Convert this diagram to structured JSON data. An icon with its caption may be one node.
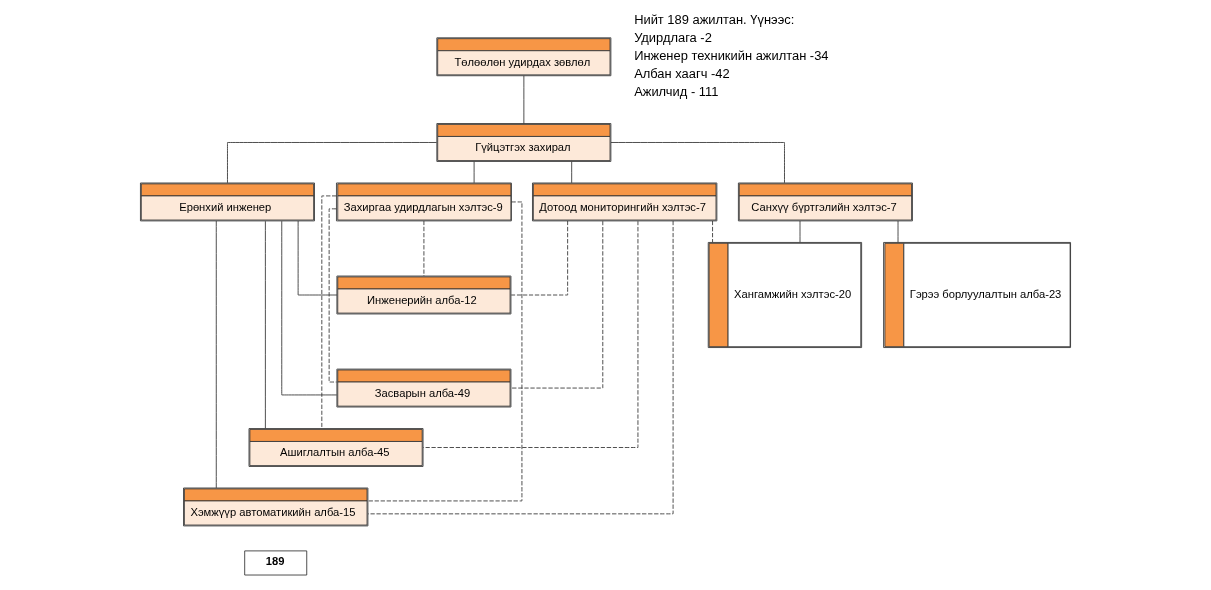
{
  "diagram": {
    "nodes": [
      {
        "text": [
          "Төлөөлөн удирдах зөвлөл"
        ]
      },
      {
        "text": [
          "Гүйцэтгэх захирал"
        ]
      },
      {
        "text": [
          "Ерөнхий инженер"
        ]
      },
      {
        "text": [
          "Захиргаа удирдлагын хэлтэс-9"
        ]
      },
      {
        "text": [
          "Дотоод мониторингийн хэлтэс-7"
        ]
      },
      {
        "text": [
          "Санхүү бүртгэлийн хэлтэс-7"
        ]
      },
      {
        "text": [
          "Инженерийн алба-12"
        ]
      },
      {
        "text": [
          "Засварын алба-49"
        ]
      },
      {
        "text": [
          "Ашиглалтын алба-45"
        ]
      },
      {
        "text": [
          "Хэмжүүр автоматикийн алба-15"
        ]
      },
      {
        "text": [
          "Гэрээ борлуулалтын алба-23"
        ]
      },
      {
        "text": [
          "Хангамжийн хэлтэс-20"
        ]
      },
      {
        "text": [
          "189"
        ]
      }
    ],
    "edges": [
      {
        "from": 0,
        "to": 1,
        "arrow": "none"
      },
      {
        "from": 1,
        "to": 2,
        "arrow": "none"
      },
      {
        "from": 1,
        "to": 3,
        "arrow": "none"
      },
      {
        "from": 1,
        "to": 4,
        "arrow": "none"
      },
      {
        "from": 1,
        "to": 5,
        "arrow": "none"
      },
      {
        "from": 2,
        "to": 6,
        "arrow": "none"
      },
      {
        "from": 2,
        "to": 7,
        "arrow": "none"
      },
      {
        "from": 2,
        "to": 8,
        "arrow": "none"
      },
      {
        "from": 2,
        "to": 9,
        "arrow": "none"
      },
      {
        "from": 5,
        "to": 10,
        "arrow": "none"
      },
      {
        "from": 5,
        "to": 11,
        "arrow": "none"
      },
      {
        "from": 3,
        "to": 6,
        "arrow": "none",
        "style": "dashed"
      },
      {
        "from": 3,
        "to": 7,
        "arrow": "none",
        "style": "dashed"
      },
      {
        "from": 3,
        "to": 8,
        "arrow": "none",
        "style": "dashed"
      },
      {
        "from": 3,
        "to": 9,
        "arrow": "none",
        "style": "dashed"
      },
      {
        "from": 4,
        "to": 6,
        "arrow": "none",
        "style": "dashed"
      },
      {
        "from": 4,
        "to": 7,
        "arrow": "none",
        "style": "dashed"
      },
      {
        "from": 4,
        "to": 8,
        "arrow": "none",
        "style": "dashed"
      },
      {
        "from": 4,
        "to": 9,
        "arrow": "none",
        "style": "dashed"
      },
      {
        "from": 4,
        "to": 11,
        "arrow": "none",
        "style": "dashed"
      }
    ],
    "labels": [
      "Нийт 189 ажилтан. Үүнээс:",
      "Удирдлага -2",
      "Инженер техникийн ажилтан -34",
      "Албан хаагч -42",
      "Ажилчид - 111"
    ]
  }
}
